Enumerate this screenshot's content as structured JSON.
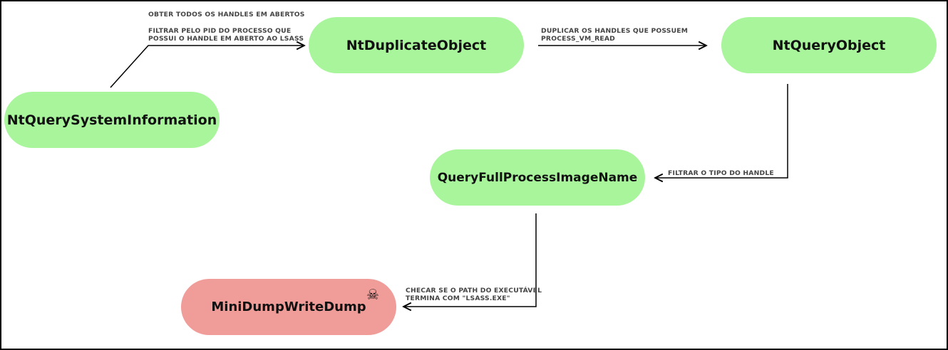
{
  "nodes": {
    "ntquerysysteminformation": "NtQuerySystemInformation",
    "ntduplicateobject": "NtDuplicateObject",
    "ntqueryobject": "NtQueryObject",
    "queryfullprocessimagename": "QueryFullProcessImageName",
    "minidumpwritedump": "MiniDumpWriteDump"
  },
  "labels": {
    "obter_handles": "OBTER TODOS OS HANDLES EM ABERTOS",
    "filtrar_pid_1": "FILTRAR PELO PID DO PROCESSO QUE",
    "filtrar_pid_2": "POSSUI O HANDLE EM ABERTO AO LSASS",
    "duplicar_1": "DUPLICAR OS HANDLES QUE POSSUEM",
    "duplicar_2": "PROCESS_VM_READ",
    "filtrar_tipo": "FILTRAR O TIPO DO HANDLE",
    "checar_1": "CHECAR SE O PATH DO EXECUTÁVEL",
    "checar_2": "TERMINA COM \"LSASS.EXE\""
  },
  "icons": {
    "skull": "skull-icon"
  },
  "colors": {
    "success_node": "#a8f59c",
    "danger_node": "#f09c99",
    "stroke": "#000000"
  }
}
